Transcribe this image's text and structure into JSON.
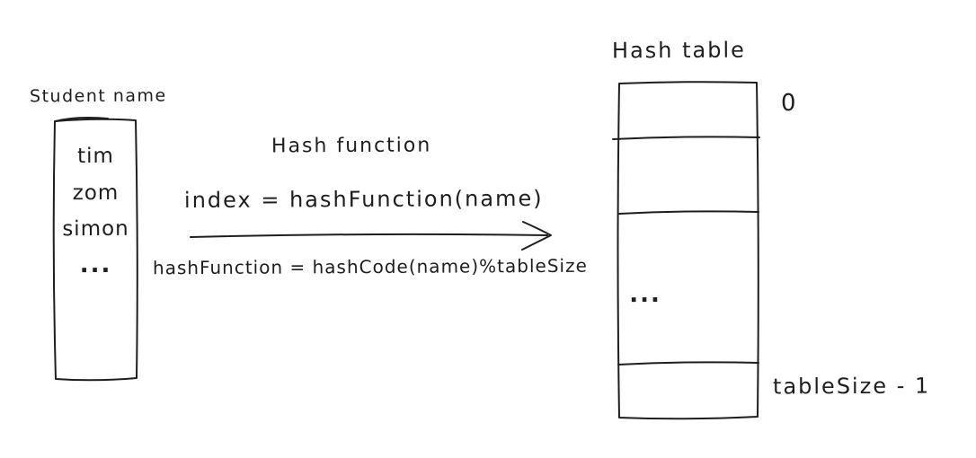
{
  "colors": {
    "stroke": "#1e1e1e",
    "background": "#ffffff"
  },
  "student_list": {
    "label": "Student name",
    "items": [
      "tim",
      "zom",
      "simon",
      "..."
    ]
  },
  "hash_function": {
    "title": "Hash function",
    "formula": "index = hashFunction(name)",
    "definition": "hashFunction = hashCode(name)%tableSize"
  },
  "hash_table": {
    "title": "Hash table",
    "row_count": 4,
    "first_index_label": "0",
    "last_index_label": "tableSize - 1",
    "middle_cell_text": "..."
  }
}
